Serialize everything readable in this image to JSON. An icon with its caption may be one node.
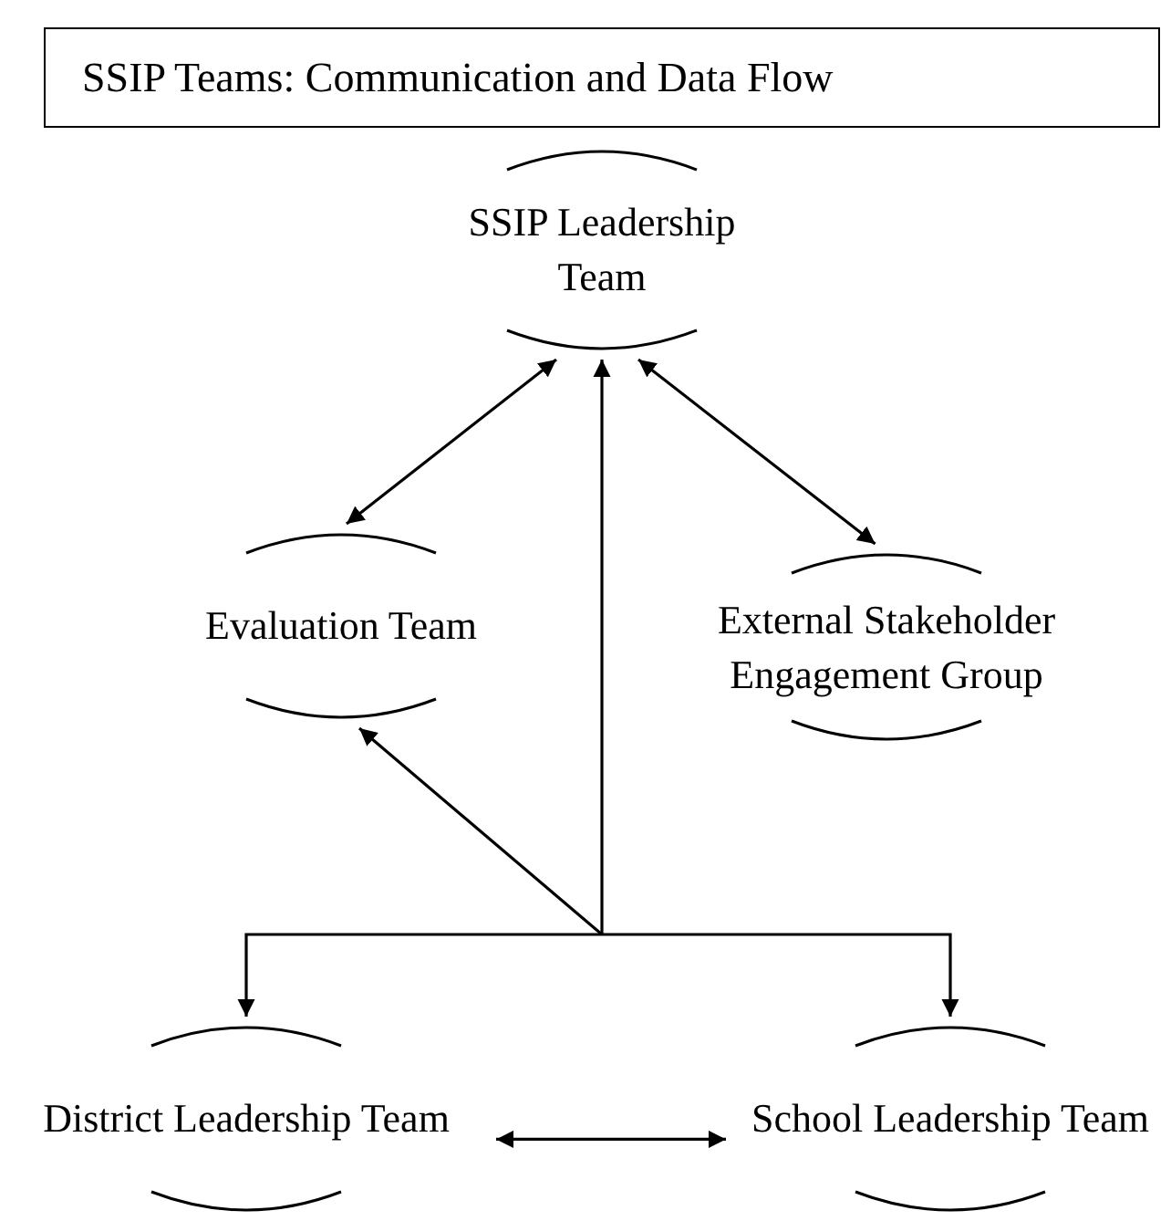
{
  "diagram": {
    "title": "SSIP Teams: Communication and Data Flow",
    "nodes": [
      {
        "text": [
          "SSIP Leadership Team"
        ]
      },
      {
        "text": [
          "Evaluation Team"
        ]
      },
      {
        "text": [
          "External Stakeholder Engagement Group"
        ]
      },
      {
        "text": [
          "District Leadership Team"
        ]
      },
      {
        "text": [
          "School Leadership Team"
        ]
      }
    ],
    "edges": [
      {
        "from": 0,
        "to": 1,
        "arrow": "both"
      },
      {
        "from": 0,
        "to": 2,
        "arrow": "both"
      },
      {
        "from": null,
        "to": 0,
        "arrow": "to"
      },
      {
        "from": null,
        "to": 1,
        "arrow": "to"
      },
      {
        "from": null,
        "to": 3,
        "arrow": "to"
      },
      {
        "from": null,
        "to": 4,
        "arrow": "to"
      },
      {
        "from": 3,
        "to": 4,
        "arrow": "both"
      }
    ]
  }
}
